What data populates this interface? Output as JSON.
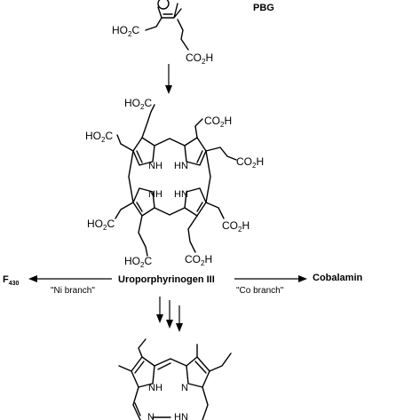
{
  "pbg": {
    "name": "PBG",
    "acetate": "HO2C",
    "propionate": "CO2H"
  },
  "uro": {
    "name": "Uroporphyrinogen III",
    "groups": {
      "top_propionate": "HO2C",
      "top_right_acetate": "CO2H",
      "left_acetate_upper": "HO2C",
      "right_propionate_upper": "CO2H",
      "left_acetate_lower": "HO2C",
      "right_acetate_lower": "CO2H",
      "bottom_left": "HO2C",
      "bottom_right": "CO2H"
    },
    "nh": {
      "nw": "NH",
      "ne": "HN",
      "sw": "NH",
      "se": "HN"
    }
  },
  "branches": {
    "left_product": "F",
    "left_product_sub": "430",
    "left_label": "\"Ni branch\"",
    "right_product": "Cobalamin",
    "right_label": "\"Co branch\""
  },
  "bottom": {
    "nh_nw": "NH",
    "n_ne": "N",
    "n_sw": "N",
    "hn_se": "HN"
  }
}
